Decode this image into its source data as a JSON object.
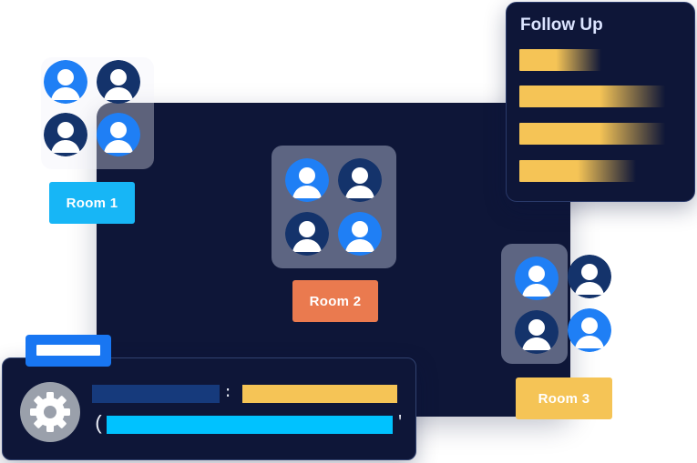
{
  "rooms": {
    "room1": "Room 1",
    "room2": "Room 2",
    "room3": "Room 3"
  },
  "follow_up": {
    "title": "Follow Up"
  },
  "code_card": {
    "colon_quote": ": \"",
    "open_paren": "(",
    "tick": "'"
  },
  "colors": {
    "navy": "#0e1638",
    "room1": "#17b6f6",
    "room2": "#ea7a4f",
    "room3": "#f5c456",
    "avatar_blue": "#1f7ff5",
    "avatar_dark": "#14336b",
    "accent_blue": "#1876f2",
    "cyan_bar": "#00c2ff",
    "gold_bar": "#f5c456"
  },
  "icons": [
    "person-icon",
    "gear-icon"
  ]
}
